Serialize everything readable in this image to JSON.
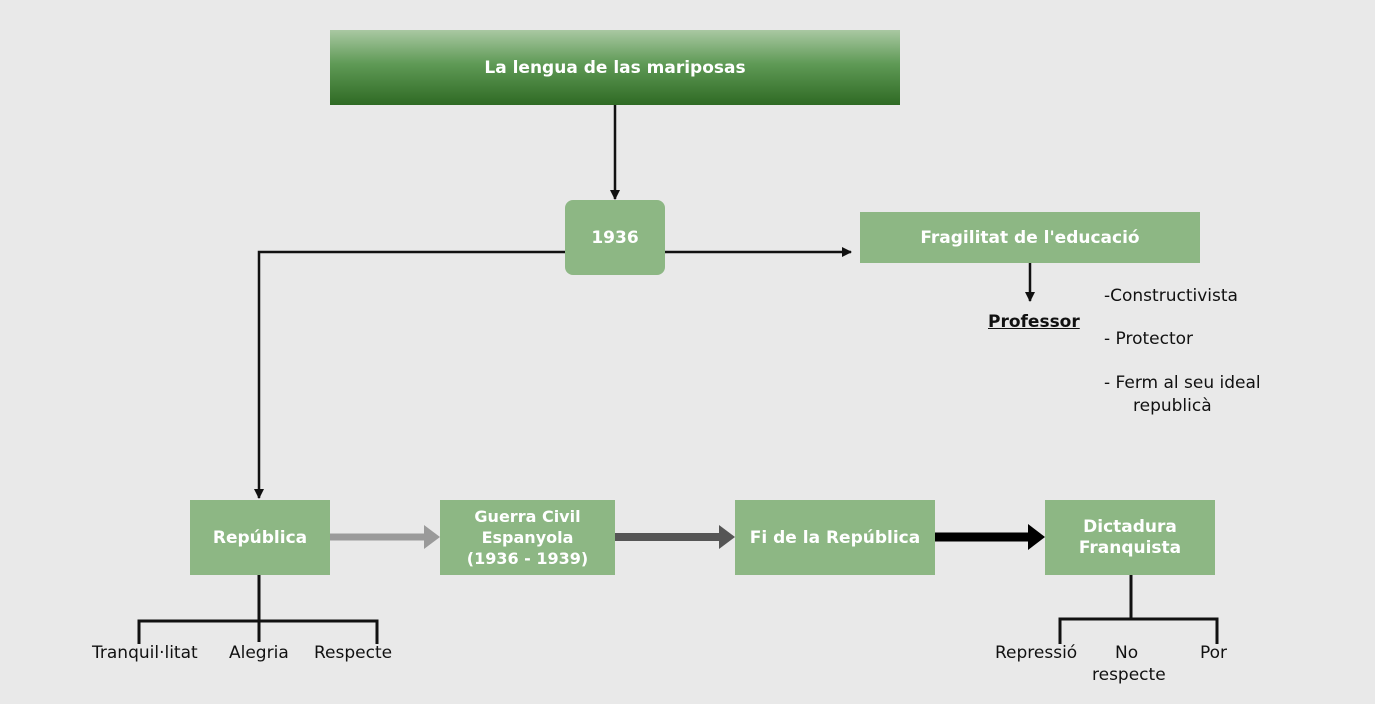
{
  "title": "La lengua de las mariposas",
  "year": "1936",
  "fragilitat": "Fragilitat de l'educació",
  "professor": {
    "label": "Professor",
    "traits": [
      "-Constructivista",
      "- Protector",
      "- Ferm al seu ideal",
      "republicà"
    ]
  },
  "timeline": {
    "republica": "República",
    "guerra": [
      "Guerra Civil",
      "Espanyola",
      "(1936 - 1939)"
    ],
    "fi": "Fi de la República",
    "dictadura": [
      "Dictadura",
      "Franquista"
    ]
  },
  "republica_traits": [
    "Tranquil·litat",
    "Alegria",
    "Respecte"
  ],
  "dictadura_traits": [
    "Repressió",
    "No",
    "respecte",
    "Por"
  ],
  "colors": {
    "background": "#e9e9e9",
    "box_fill": "#8db784",
    "title_gradient_top": "#a9c8a2",
    "title_gradient_bottom": "#2f6a24",
    "arrow_light": "#9a9a9a",
    "arrow_mid": "#555555",
    "arrow_dark": "#000000"
  }
}
